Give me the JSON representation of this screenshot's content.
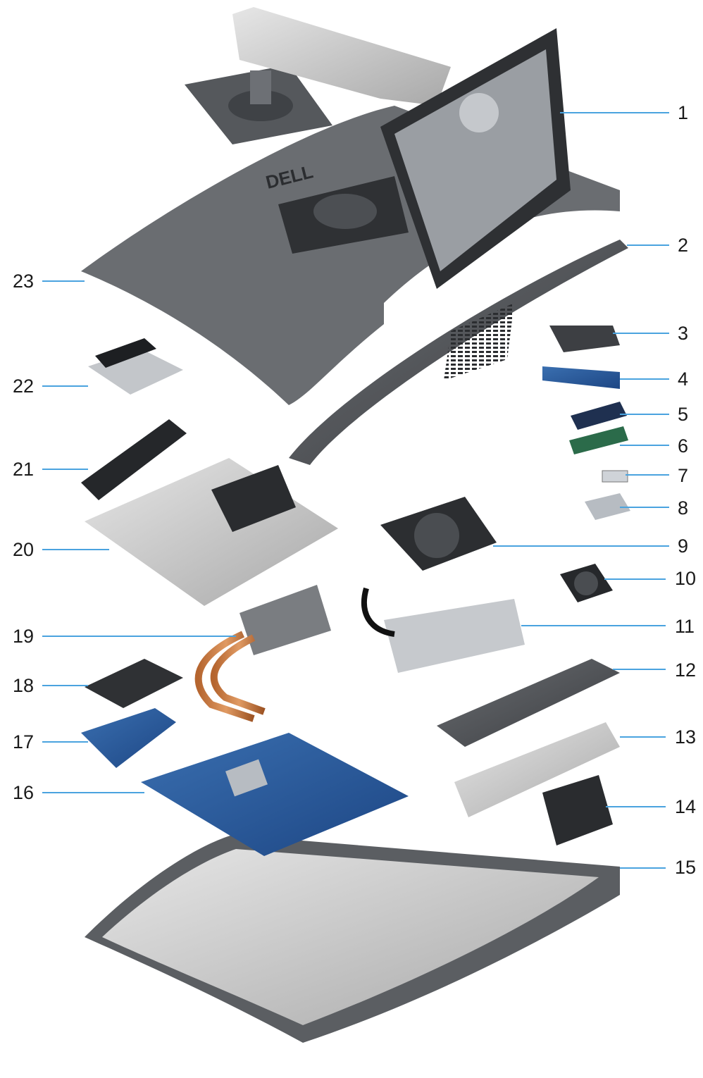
{
  "diagram": {
    "logo_text": "DELL",
    "leader_color": "#4aa3df",
    "callouts": [
      {
        "id": 1,
        "label": "1"
      },
      {
        "id": 2,
        "label": "2"
      },
      {
        "id": 3,
        "label": "3"
      },
      {
        "id": 4,
        "label": "4"
      },
      {
        "id": 5,
        "label": "5"
      },
      {
        "id": 6,
        "label": "6"
      },
      {
        "id": 7,
        "label": "7"
      },
      {
        "id": 8,
        "label": "8"
      },
      {
        "id": 9,
        "label": "9"
      },
      {
        "id": 10,
        "label": "10"
      },
      {
        "id": 11,
        "label": "11"
      },
      {
        "id": 12,
        "label": "12"
      },
      {
        "id": 13,
        "label": "13"
      },
      {
        "id": 14,
        "label": "14"
      },
      {
        "id": 15,
        "label": "15"
      },
      {
        "id": 16,
        "label": "16"
      },
      {
        "id": 17,
        "label": "17"
      },
      {
        "id": 18,
        "label": "18"
      },
      {
        "id": 19,
        "label": "19"
      },
      {
        "id": 20,
        "label": "20"
      },
      {
        "id": 21,
        "label": "21"
      },
      {
        "id": 22,
        "label": "22"
      },
      {
        "id": 23,
        "label": "23"
      }
    ]
  }
}
